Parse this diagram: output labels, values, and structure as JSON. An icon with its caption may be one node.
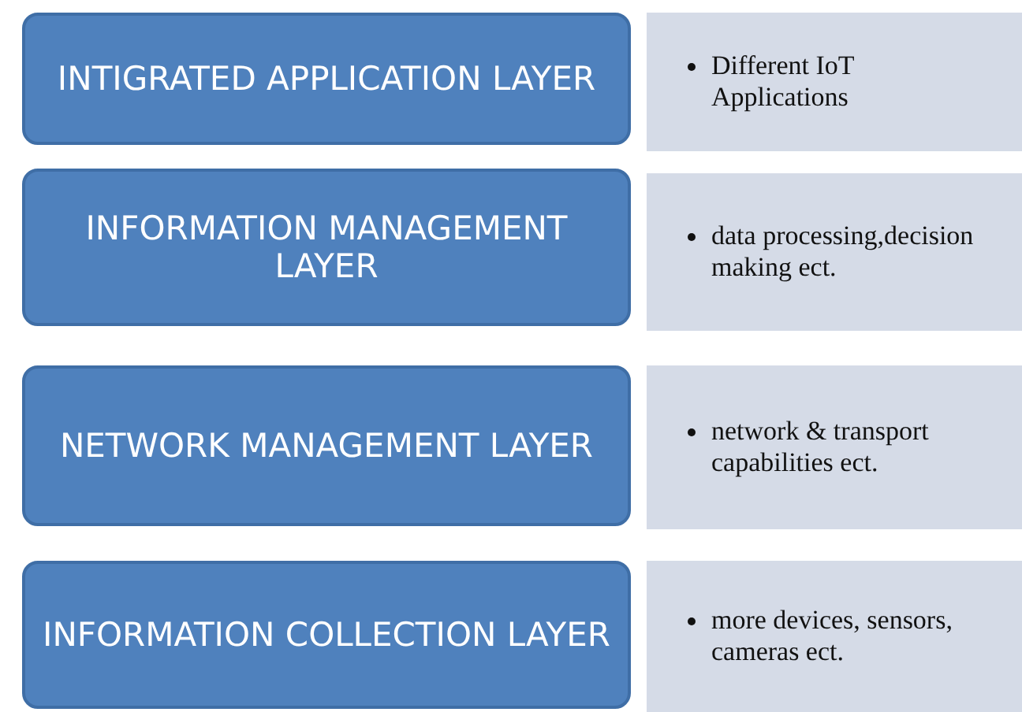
{
  "diagram": {
    "nodes": [
      {
        "text": [
          "INTIGRATED APPLICATION LAYER"
        ]
      },
      {
        "text": [
          "Different IoT Applications"
        ]
      },
      {
        "text": [
          "INFORMATION MANAGEMENT LAYER"
        ]
      },
      {
        "text": [
          "data processing,decision making ect."
        ]
      },
      {
        "text": [
          "NETWORK MANAGEMENT LAYER"
        ]
      },
      {
        "text": [
          "network & transport capabilities ect."
        ]
      },
      {
        "text": [
          "INFORMATION COLLECTION LAYER"
        ]
      },
      {
        "text": [
          "more devices, sensors, cameras ect."
        ]
      }
    ]
  }
}
